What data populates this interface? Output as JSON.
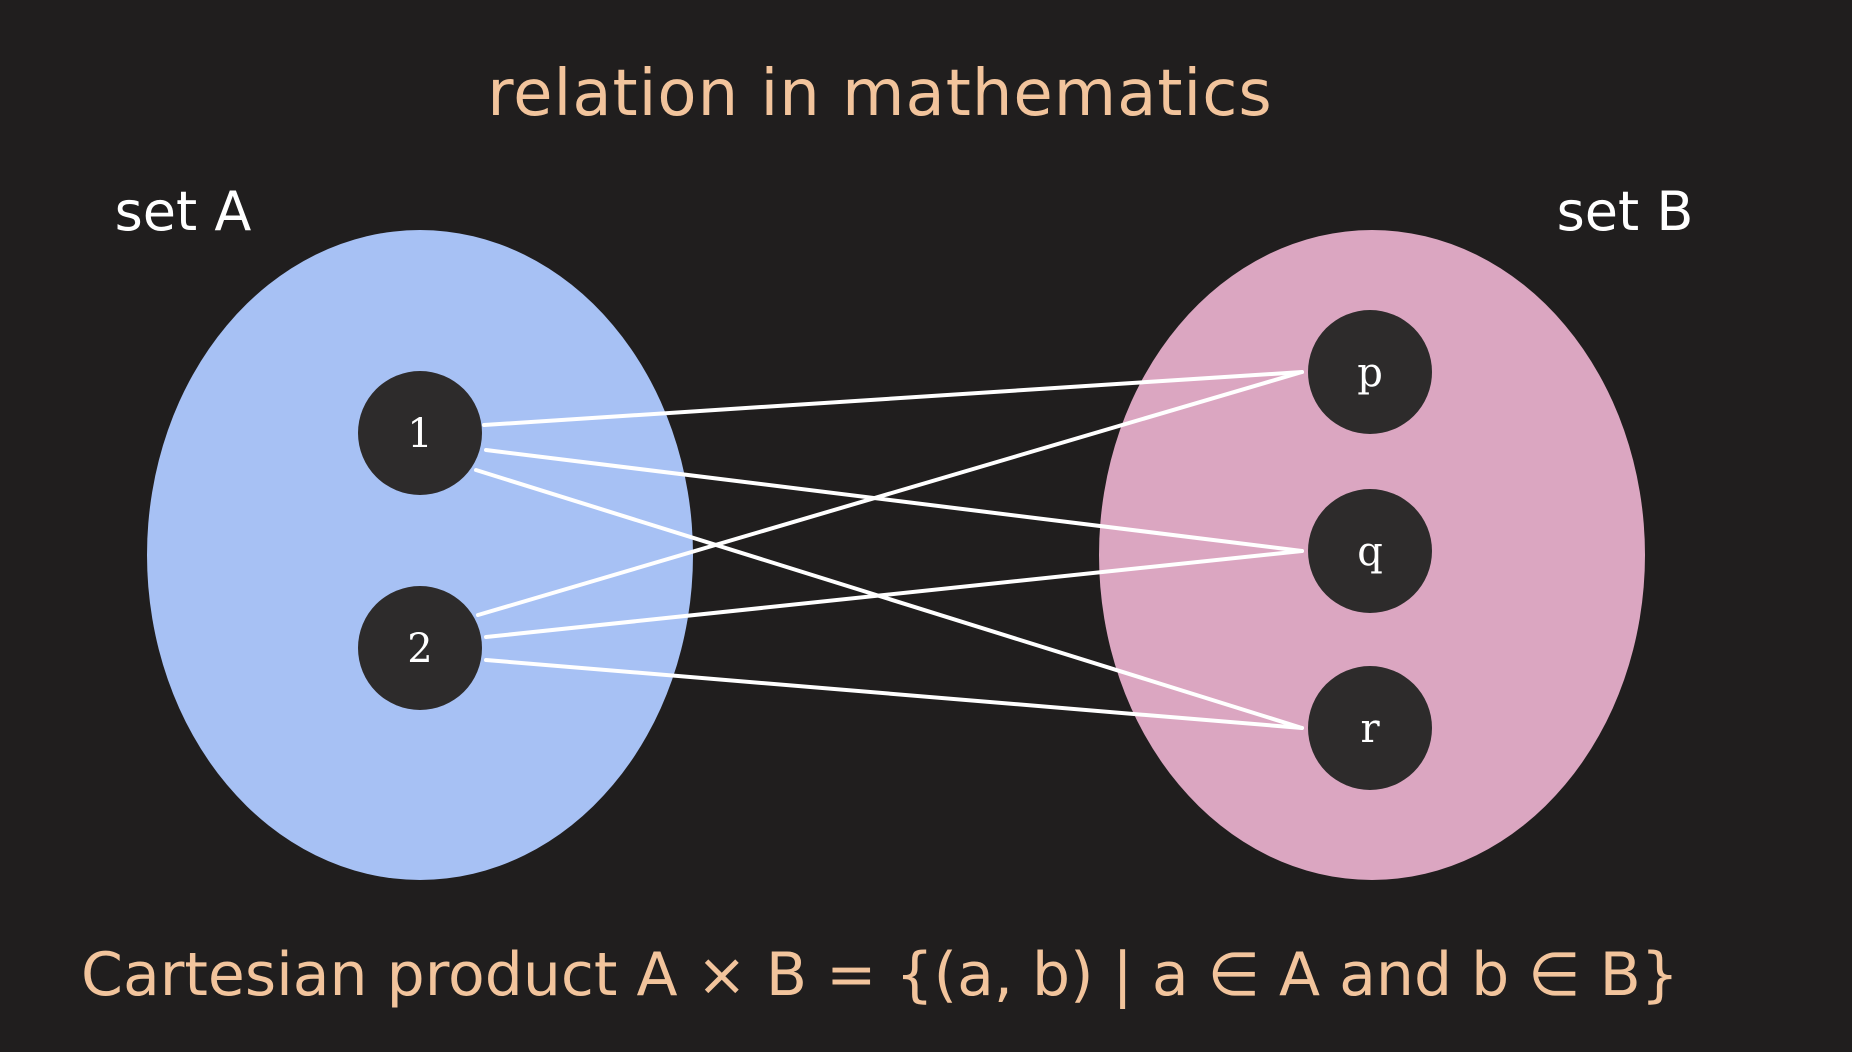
{
  "title": "relation in mathematics",
  "set_a": {
    "label": "set A",
    "color": "#a7c1f4",
    "elements": [
      "1",
      "2"
    ]
  },
  "set_b": {
    "label": "set B",
    "color": "#dba6c1",
    "elements": [
      "p",
      "q",
      "r"
    ]
  },
  "relation_pairs": [
    [
      "1",
      "p"
    ],
    [
      "1",
      "q"
    ],
    [
      "1",
      "r"
    ],
    [
      "2",
      "p"
    ],
    [
      "2",
      "q"
    ],
    [
      "2",
      "r"
    ]
  ],
  "formula": "Cartesian product A × B = {(a, b) | a ∈ A and b ∈ B}",
  "colors": {
    "background": "#201e1e",
    "title": "#f2c49c",
    "node": "#2d2b2b",
    "edge": "#ffffff"
  }
}
